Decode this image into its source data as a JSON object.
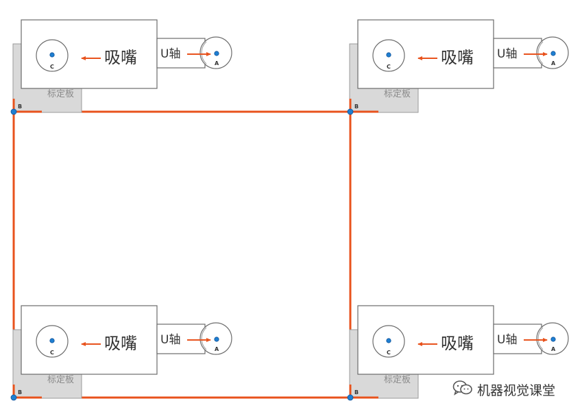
{
  "labels": {
    "nozzle": "吸嘴",
    "u_axis": "U轴",
    "plate": "标定板",
    "point_a": "A",
    "point_b": "B",
    "point_c": "C"
  },
  "watermark": {
    "text": "机器视觉课堂",
    "icon": "wechat-icon"
  },
  "colors": {
    "path": "#e8521c",
    "point": "#1f7fd1",
    "plate": "#d9d9d9"
  }
}
